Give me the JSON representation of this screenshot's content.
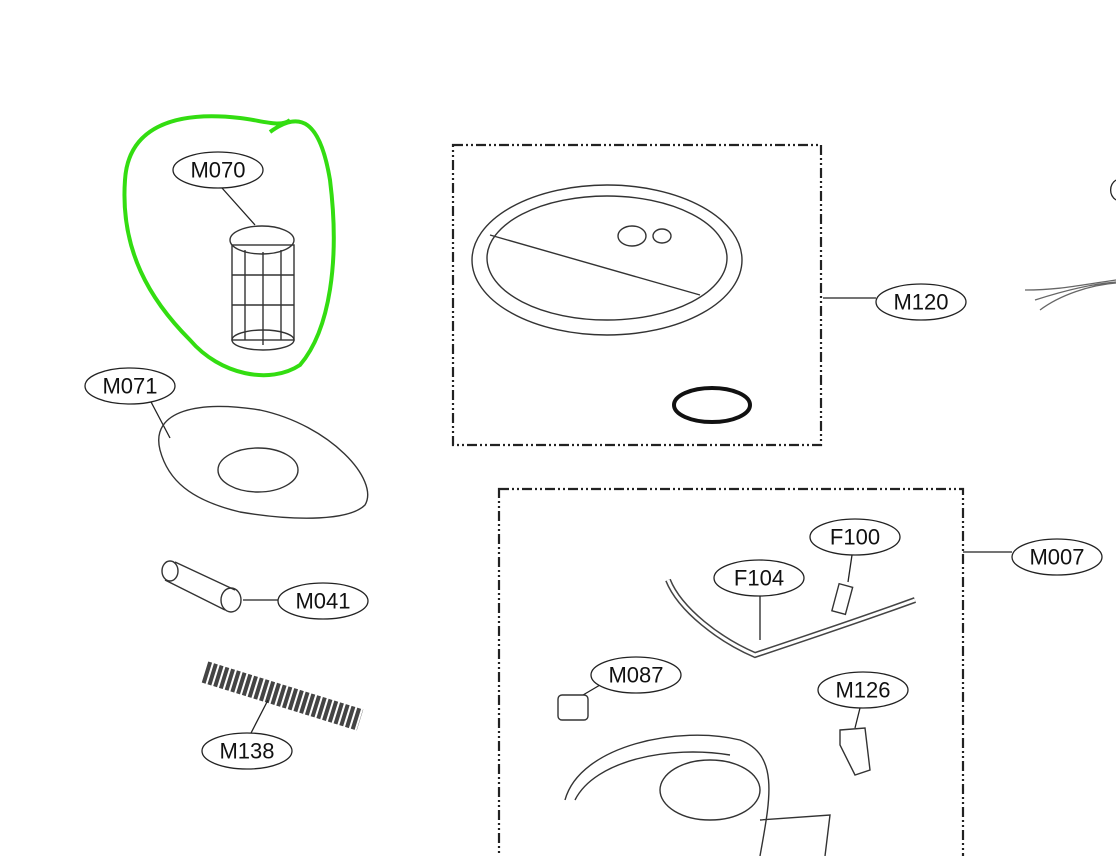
{
  "diagram": {
    "labels": {
      "m070": "M070",
      "m071": "M071",
      "m041": "M041",
      "m138": "M138",
      "m120": "M120",
      "m007": "M007",
      "f100": "F100",
      "f104": "F104",
      "m087": "M087",
      "m126": "M126"
    },
    "highlight_color": "#33dd11"
  }
}
